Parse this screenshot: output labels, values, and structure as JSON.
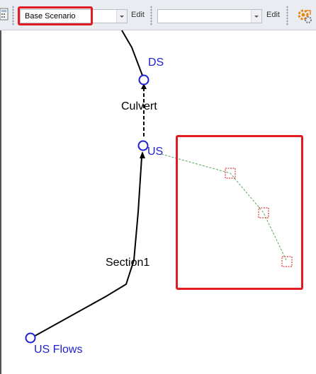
{
  "toolbar": {
    "scenario_value": "Base Scenario",
    "edit_label_1": "Edit",
    "second_value": "",
    "edit_label_2": "Edit"
  },
  "nodes": {
    "ds": "DS",
    "us": "US",
    "us_flows": "US Flows"
  },
  "links": {
    "culvert": "Culvert",
    "section1": "Section1"
  },
  "colors": {
    "node_blue": "#1f1fd0",
    "highlight_red": "#e01b24",
    "handle_red": "#d01010",
    "guide_green": "#5aa55a"
  }
}
